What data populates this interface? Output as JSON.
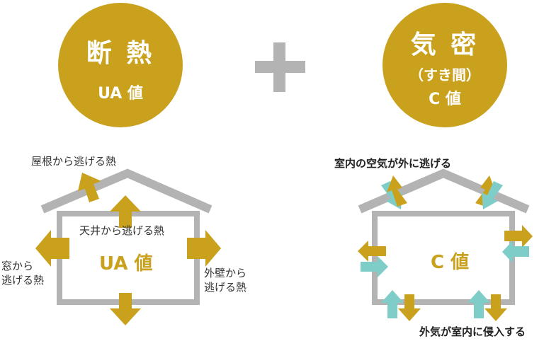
{
  "colors": {
    "gold": "#c9a11d",
    "gray": "#b3b3b3",
    "teal": "#7ecdc8"
  },
  "left_circle": {
    "title": "断 熱",
    "subtitle": "UA 値"
  },
  "plus": {
    "icon": "plus-icon"
  },
  "right_circle": {
    "title": "気 密",
    "subtitle": "（すき間）",
    "value": "C 値"
  },
  "left_diagram": {
    "roof_label": "屋根から逃げる熱",
    "ceiling_label": "天井から逃げる熱",
    "window_label_1": "窓から",
    "window_label_2": "逃げる熱",
    "wall_label_1": "外壁から",
    "wall_label_2": "逃げる熱",
    "center": "UA 値"
  },
  "right_diagram": {
    "top_label": "室内の空気が外に逃げる",
    "bottom_label": "外気が室内に侵入する",
    "center": "C 値"
  }
}
